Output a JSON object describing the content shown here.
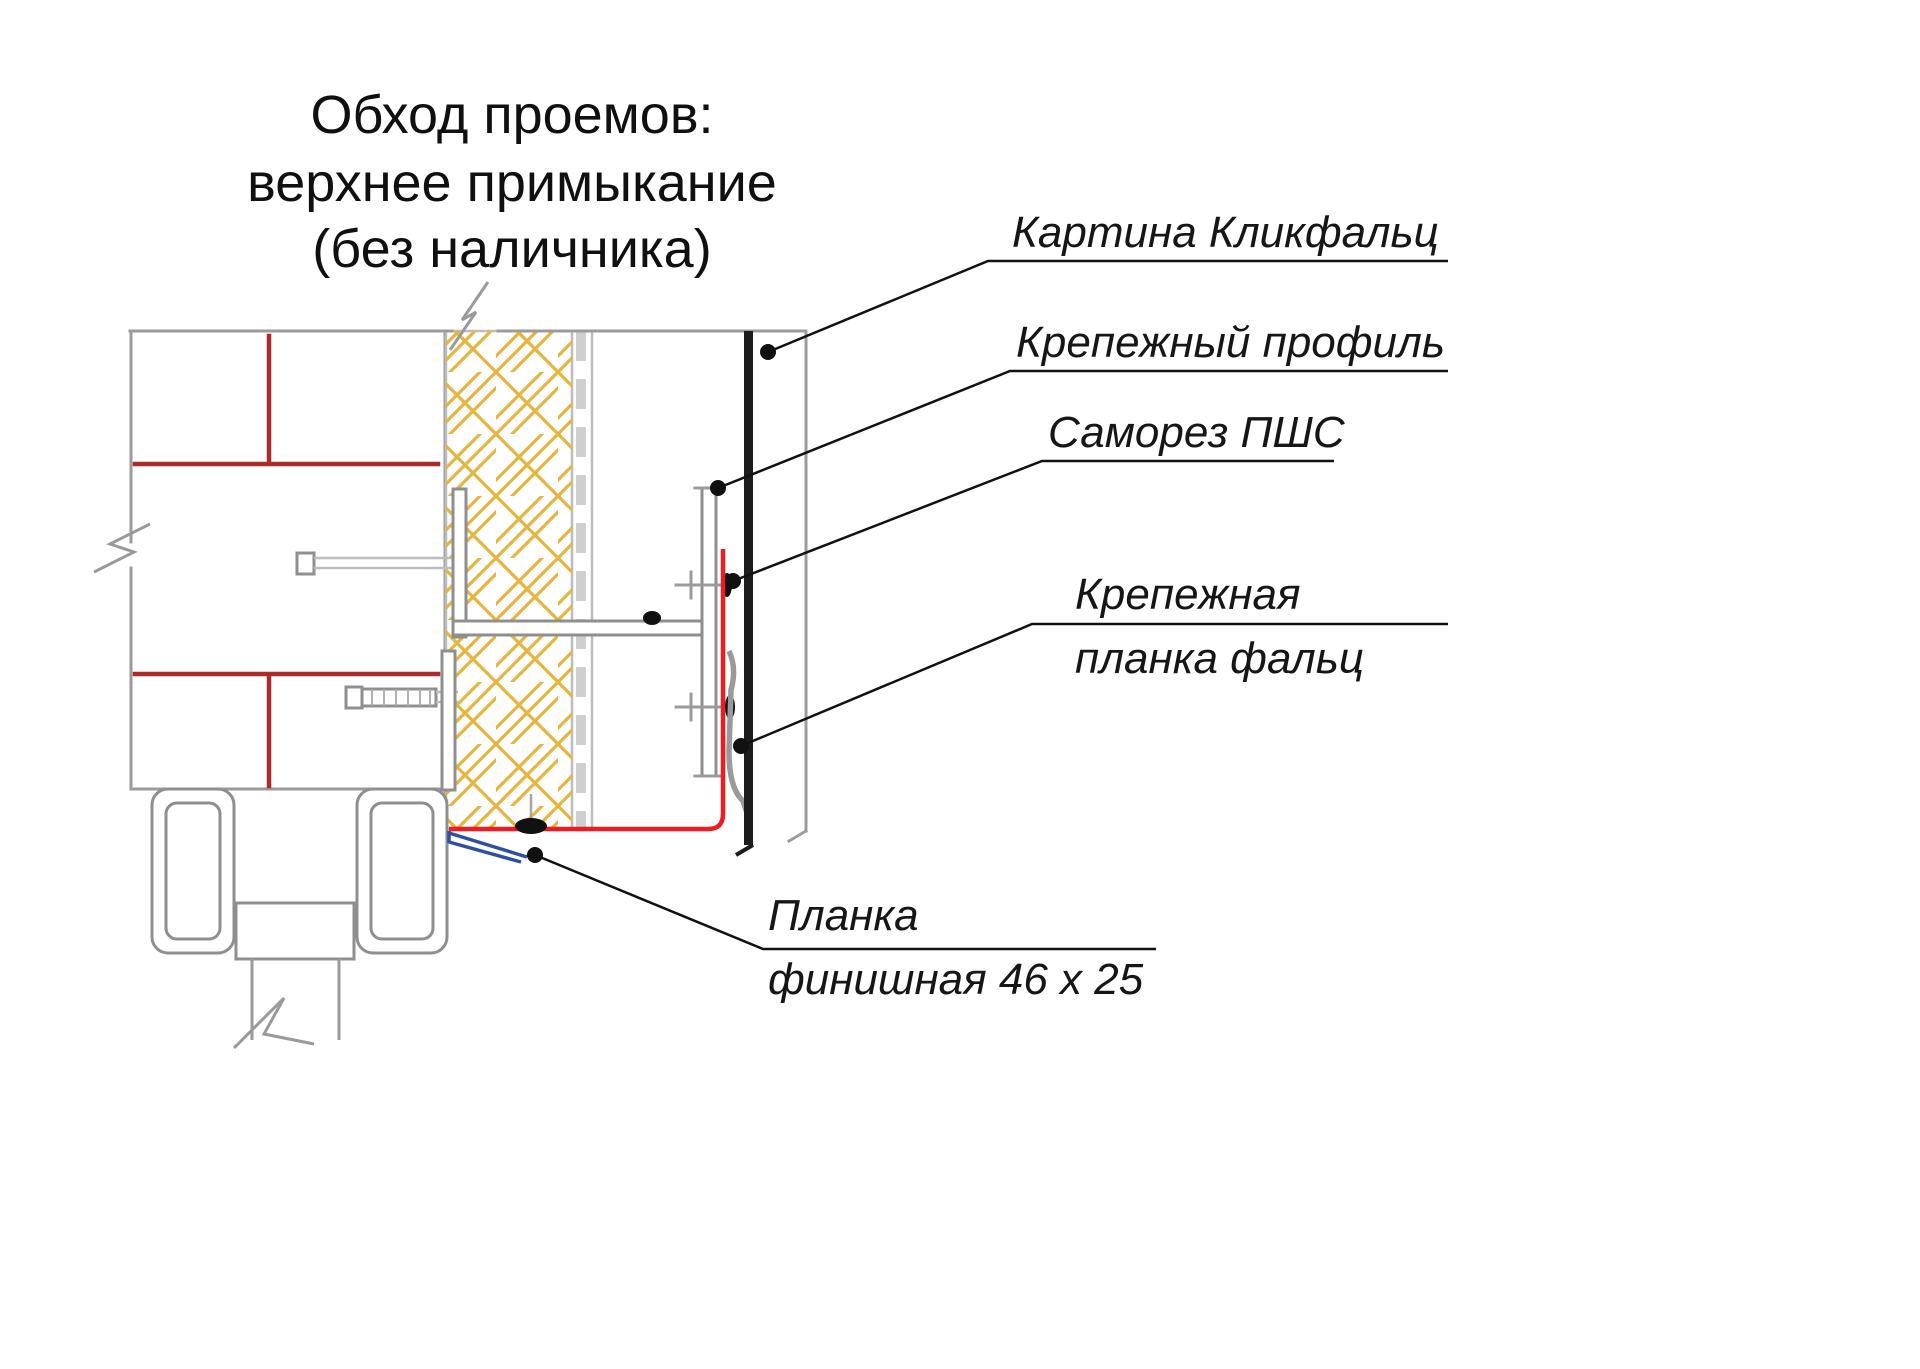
{
  "title": {
    "line1": "Обход проемов:",
    "line2": "верхнее примыкание",
    "line3": "(без наличника)"
  },
  "callouts": {
    "panel": "Картина Кликфальц",
    "fastening_profile": "Крепежный профиль",
    "screw": "Саморез ПШС",
    "fastening_strip_line1": "Крепежная",
    "fastening_strip_line2": "планка фальц",
    "finish_strip_line1": "Планка",
    "finish_strip_line2": "финишная 46 x 25"
  },
  "colors": {
    "joint_red": "#AB2A2A",
    "flashing_red": "#ED1C24",
    "finish_blue": "#2F4F9F",
    "insulation_yellow": "#E6B53E",
    "outline_gray": "#9B9B9B",
    "membrane_gray": "#CFCFCF",
    "ink_black": "#111111"
  }
}
